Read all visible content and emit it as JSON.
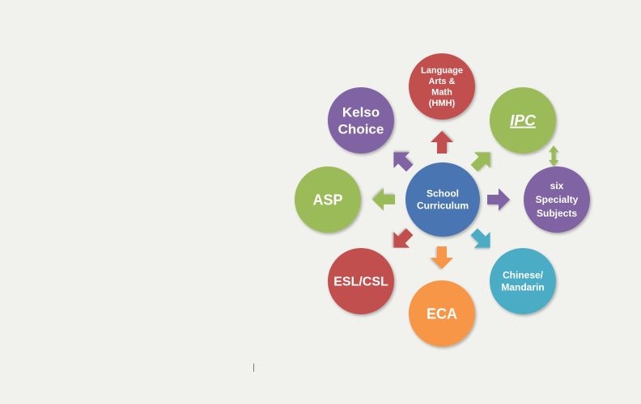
{
  "diagram": {
    "center": {
      "label_lines": [
        "School",
        "Curriculum"
      ],
      "color": "#4a76b2"
    },
    "nodes": [
      {
        "id": "language-arts-math",
        "label_lines": [
          "Language",
          "Arts &",
          "Math",
          "(HMH)"
        ],
        "color": "#c0504d",
        "underline": false,
        "italic": false
      },
      {
        "id": "ipc",
        "label_lines": [
          "IPC"
        ],
        "color": "#9bbb59",
        "underline": true,
        "italic": true
      },
      {
        "id": "six-specialty-subjects",
        "label_lines": [
          "six",
          "Specialty",
          "Subjects"
        ],
        "color": "#8064a2",
        "underline": false,
        "italic": false
      },
      {
        "id": "chinese-mandarin",
        "label_lines": [
          "Chinese/",
          "Mandarin"
        ],
        "color": "#4bacc6",
        "underline": false,
        "italic": false
      },
      {
        "id": "eca",
        "label_lines": [
          "ECA"
        ],
        "color": "#f79646",
        "underline": false,
        "italic": false
      },
      {
        "id": "esl-csl",
        "label_lines": [
          "ESL/CSL"
        ],
        "color": "#c0504d",
        "underline": false,
        "italic": false
      },
      {
        "id": "asp",
        "label_lines": [
          "ASP"
        ],
        "color": "#9bbb59",
        "underline": false,
        "italic": false
      },
      {
        "id": "kelso-choice",
        "label_lines": [
          "Kelso",
          "Choice"
        ],
        "color": "#8064a2",
        "underline": false,
        "italic": false
      }
    ],
    "connector_color": "#9bbb59"
  }
}
